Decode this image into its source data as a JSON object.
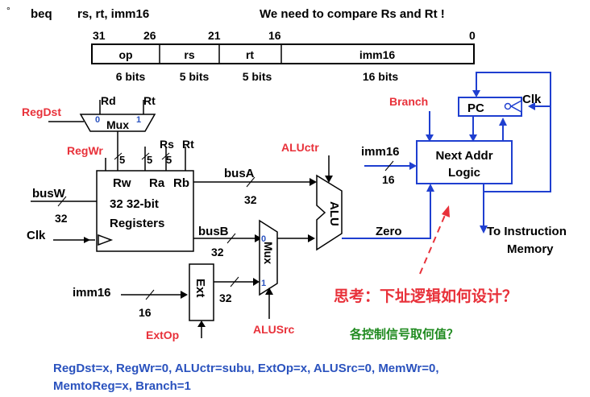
{
  "header": {
    "bullet": "°",
    "instr": "beq",
    "operands": "rs, rt, imm16",
    "note": "We need to compare Rs and Rt !"
  },
  "format": {
    "bit_labels": [
      "31",
      "26",
      "21",
      "16",
      "0"
    ],
    "fields": [
      "op",
      "rs",
      "rt",
      "imm16"
    ],
    "widths": [
      "6 bits",
      "5 bits",
      "5 bits",
      "16 bits"
    ]
  },
  "signals": {
    "regdst": "RegDst",
    "regwr": "RegWr",
    "aluctr": "ALUctr",
    "branch": "Branch",
    "extop": "ExtOp",
    "alusrc": "ALUSrc"
  },
  "mux_top": {
    "label": "Mux",
    "in0": "0",
    "in1": "1",
    "rd": "Rd",
    "rt": "Rt"
  },
  "regfile": {
    "rw": "Rw",
    "ra": "Ra",
    "rb": "Rb",
    "line1": "32 32-bit",
    "line2": "Registers",
    "rs": "Rs",
    "rt": "Rt",
    "w1": "5",
    "w2": "5",
    "w3": "5"
  },
  "buses": {
    "busw": "busW",
    "busw_w": "32",
    "clk": "Clk",
    "busa": "busA",
    "busa_w": "32",
    "busb": "busB",
    "busb_w": "32",
    "imm16": "imm16",
    "imm16_w": "16",
    "ext_w": "32",
    "zero": "Zero",
    "imm16_next": "imm16",
    "imm16_next_w": "16"
  },
  "alu": {
    "label": "ALU"
  },
  "ext": {
    "label": "Ext"
  },
  "mux_alu": {
    "label": "Mux",
    "in0": "0",
    "in1": "1"
  },
  "pc": {
    "label": "PC",
    "clk": "Clk"
  },
  "nextaddr": {
    "line1": "Next Addr",
    "line2": "Logic"
  },
  "to_mem": {
    "line1": "To Instruction",
    "line2": "Memory"
  },
  "question": "思考：下址逻辑如何设计？",
  "subquestion": "各控制信号取何值？",
  "answer": {
    "line1": "RegDst=x, RegWr=0, ALUctr=subu, ExtOp=x, ALUSrc=0, MemWr=0,",
    "line2": "MemtoReg=x, Branch=1"
  },
  "colors": {
    "signal": "#e8313a",
    "wire_blue": "#1f3fd0",
    "text_blue": "#2a52be",
    "green": "#1f8a1f"
  }
}
